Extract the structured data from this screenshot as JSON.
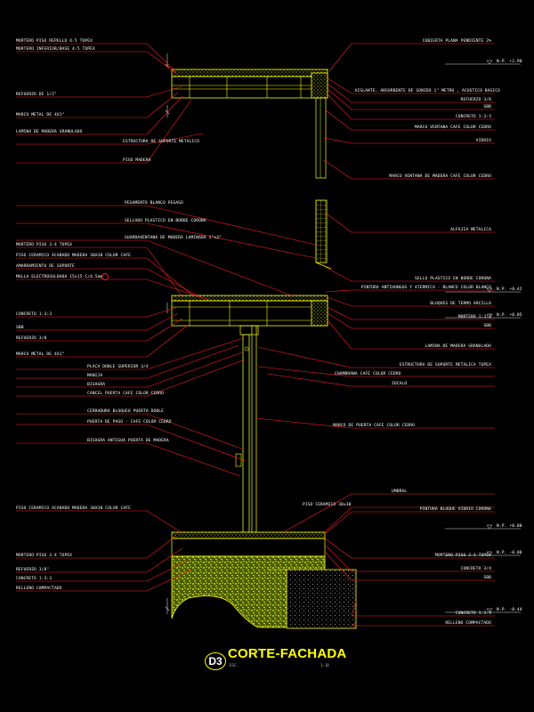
{
  "left_labels": [
    "MORTERO PISO REPELLO 4-5 TOPEX",
    "MORTERO INFERIOR/BASE 4-5 TOPEX",
    "REFUERZO DE 1/2\"",
    "MARCO METAL DE 4X1\"",
    "LAMINA DE MADERA GRANULADO",
    "ESTRUCTURA DE SOPORTE METALICO",
    "PISO MADERA",
    "PEGAMENTO BLANCO PEGASO",
    "SELLADO PLASTICO EN BORDE CORONA",
    "GUARDAVENTANA DE MADERA LAMINADA 1\"x3\"",
    "MORTERO PISO 3-4 TOPEX",
    "PISO CERAMICO ACABADO MADERA 30X30 COLOR CAFE",
    "AMARRAMIENTO DE SOPORTE",
    "MALLA ELECTROSOLDADA 15x15 C/4.5mm",
    "CONCRETO 1:3:3",
    "SBB",
    "REFUERZO 3/8",
    "MARCO METAL DE 4X1\"",
    "PLACA DOBLE SUPERIOR 3/4",
    "MANIJA",
    "BISAGRA",
    "CANCEL PUERTA CAFE COLOR CEDRO",
    "CERRADURA BLOQUEO PUERTA DOBLE",
    "PUERTA DE PASO - CAFE COLOR CEDRO",
    "BISAGRA ANTIGUA PUERTA DE MADERA",
    "PISO CERAMICO ACABADO MADERA 30X30 COLOR CAFE",
    "MORTERO PISO 3-4 TOPEX",
    "REFUERZO 3/8\"",
    "CONCRETO 1:3:3",
    "RELLENO COMPACTADO"
  ],
  "right_labels": [
    "CUBIERTA PLANA PENDIENTE 2%",
    "AISLANTE, ABSORBENTE DE SONIDO 1\" METRO , ACUSTICO BASICO",
    "REFUERZO 3/8",
    "SBB",
    "CONCRETO 1:3:3",
    "MARCO VENTANA CAFE COLOR CEDRO",
    "VIDRIO",
    "MARCO VENTANA DE MADERA CAFE COLOR CEDRO",
    "ALFAJIA METALICA",
    "SELLO PLASTICO EN BORDE CORONA",
    "PINTURA ANTIHONGOS Y ATERMICA - BLANCO COLOR BLANCO",
    "BLOQUES DE TERMO ARCILLA",
    "MORTERO 1:3:3",
    "SBB",
    "LAMINA DE MADERA GRANULADO",
    "ESTRUCTURA DE SOPORTE METALICA TOPEX",
    "CHAMBRANA CAFE COLOR CEDRO",
    "ZOCALO",
    "MARCO DE PUERTA CAFE COLOR CEDRO",
    "UMBRAL",
    "PISO CERAMICO 30x30",
    "PINTURA BLOQUE VIDRIO CORONA",
    "MORTERO PISO 3-4 TOPEX",
    "CONCRETO 3/4",
    "SBB",
    "CONCRETO 1:3:3",
    "RELLENO COMPACTADO"
  ],
  "levels": [
    "N.P. +2.90",
    "N.P. +0.42",
    "N.P. +0.05",
    "N.P. +0.00",
    "N.P. -0.08",
    "N.P. -0.44"
  ],
  "title": {
    "badge": "D3",
    "text": "CORTE-FACHADA",
    "sub_left": "ESC.",
    "sub_right": "1:10"
  },
  "colors": {
    "background": "#000000",
    "leader": "#ff2020",
    "structure": "#ffff00",
    "frame": "#ccff33",
    "hatch": "#aaff00",
    "text": "#ffffff",
    "level_marker": "#ffffff"
  }
}
